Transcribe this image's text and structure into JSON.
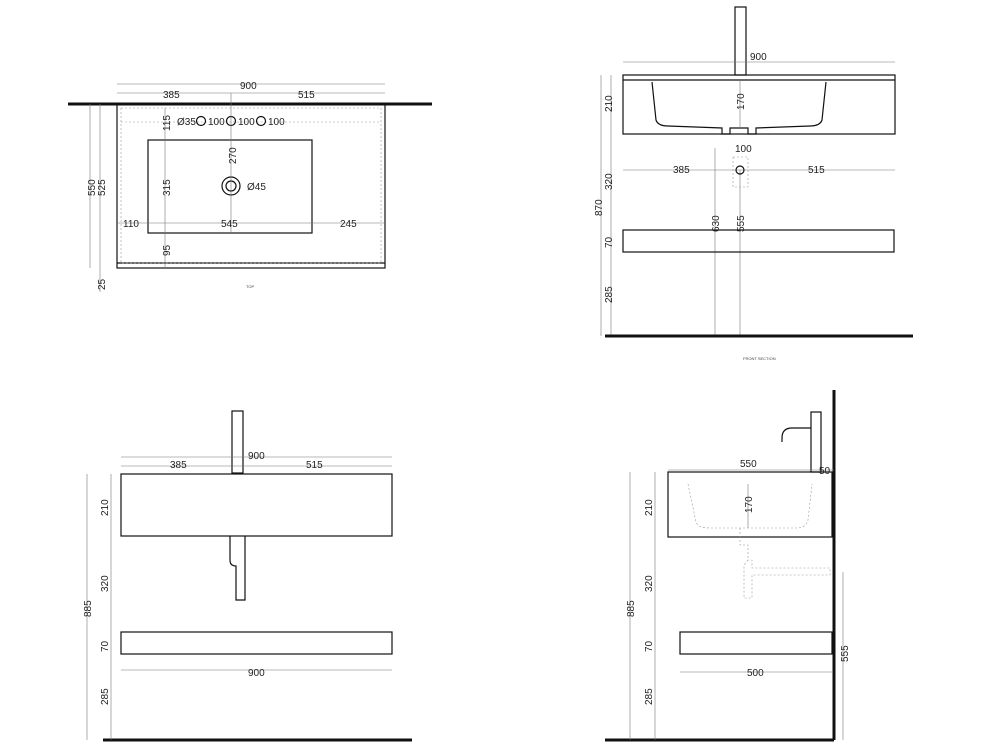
{
  "drawing": {
    "top_view": {
      "caption": "TOP",
      "labels": [
        "900",
        "385",
        "515",
        "Ø35",
        "100",
        "100",
        "100",
        "115",
        "270",
        "315",
        "Ø45",
        "110",
        "545",
        "245",
        "95",
        "550",
        "525",
        "25"
      ]
    },
    "front_section": {
      "caption": "FRONT SECTION",
      "labels": [
        "900",
        "210",
        "170",
        "100",
        "385",
        "515",
        "320",
        "870",
        "630",
        "555",
        "70",
        "285"
      ]
    },
    "front_view": {
      "labels": [
        "900",
        "385",
        "515",
        "210",
        "320",
        "885",
        "70",
        "900",
        "285"
      ]
    },
    "side_section": {
      "labels": [
        "550",
        "50",
        "170",
        "210",
        "320",
        "885",
        "70",
        "285",
        "500",
        "555"
      ]
    }
  },
  "colors": {
    "line": "#111111",
    "dimension": "#777777"
  }
}
